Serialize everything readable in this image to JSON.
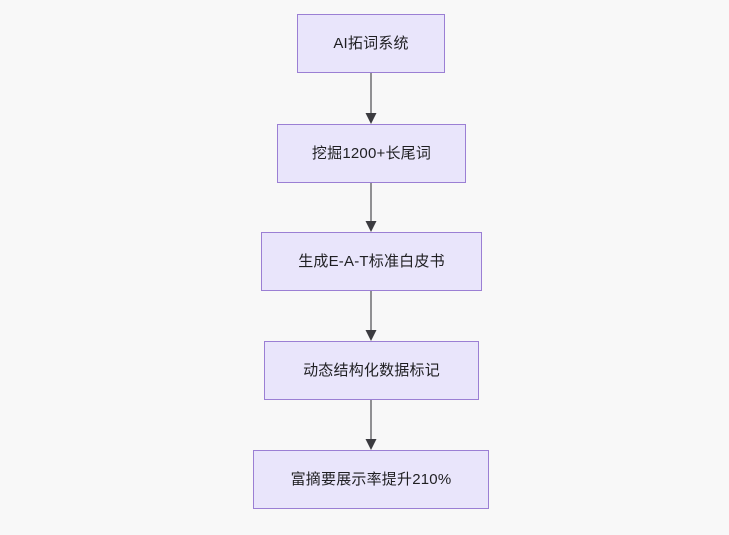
{
  "diagram": {
    "type": "flowchart",
    "direction": "top-down",
    "background_color": "#f8f8f8",
    "node_fill_color": "#e9e5fb",
    "node_border_color": "#9b7fd4",
    "node_text_color": "#1f1f22",
    "edge_color": "#76767a",
    "arrowhead_color": "#3b3b40",
    "nodes": [
      {
        "id": "n1",
        "label": "AI拓词系统"
      },
      {
        "id": "n2",
        "label": "挖掘1200+长尾词"
      },
      {
        "id": "n3",
        "label": "生成E-A-T标准白皮书"
      },
      {
        "id": "n4",
        "label": "动态结构化数据标记"
      },
      {
        "id": "n5",
        "label": "富摘要展示率提升210%"
      }
    ],
    "edges": [
      {
        "from": "n1",
        "to": "n2",
        "label": ""
      },
      {
        "from": "n2",
        "to": "n3",
        "label": ""
      },
      {
        "from": "n3",
        "to": "n4",
        "label": ""
      },
      {
        "from": "n4",
        "to": "n5",
        "label": ""
      }
    ]
  }
}
